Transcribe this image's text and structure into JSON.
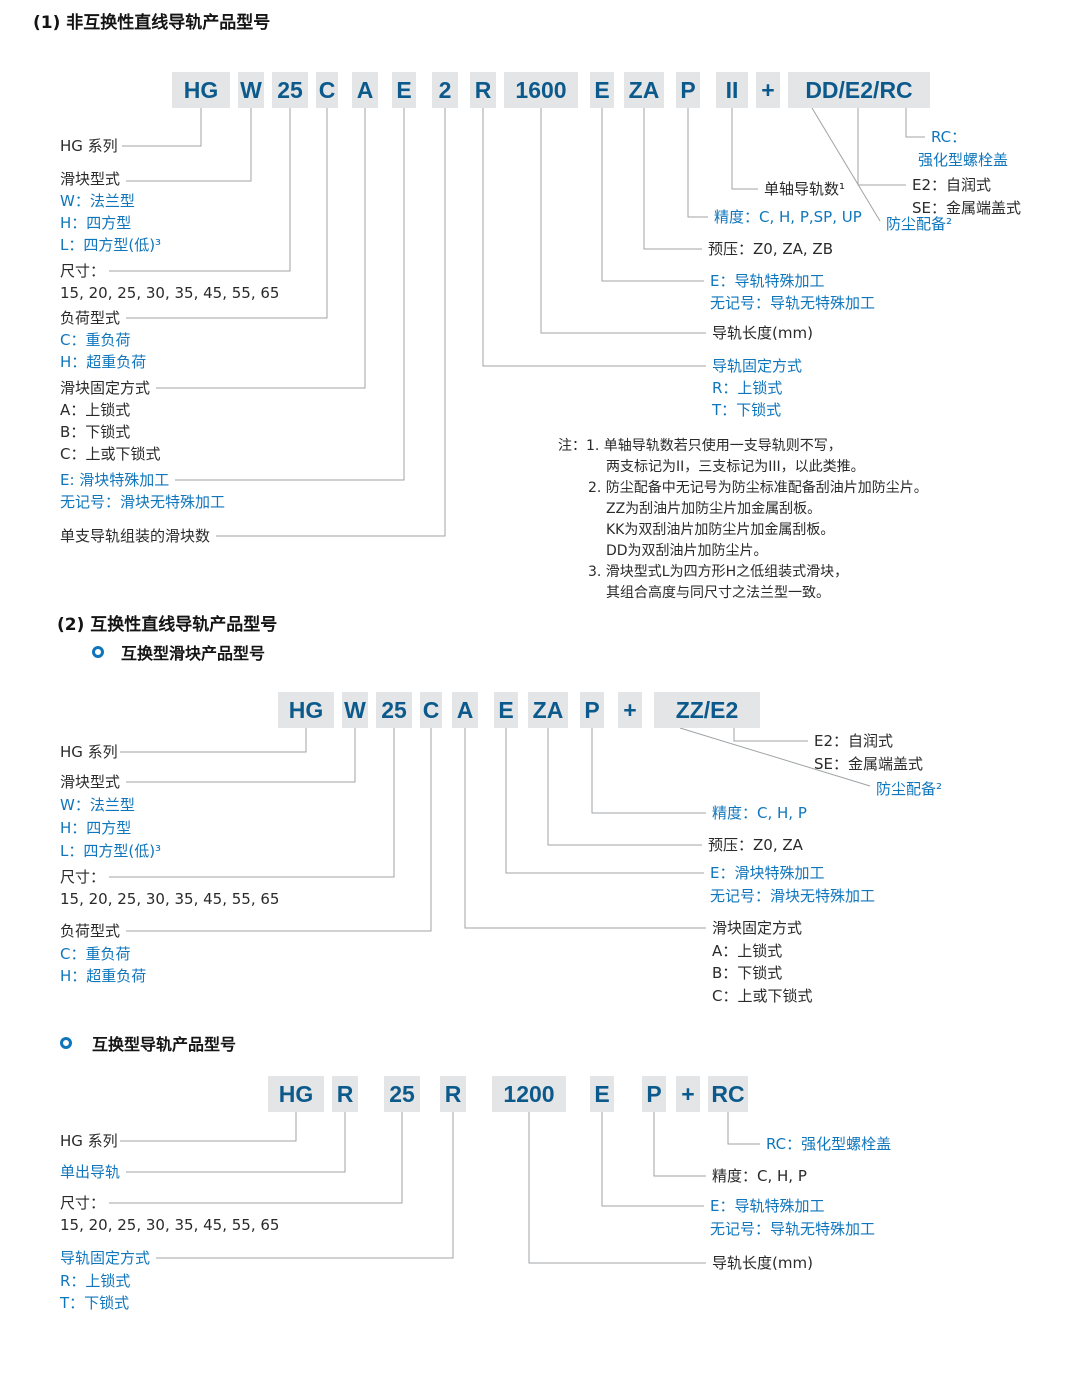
{
  "palette": {
    "accent_blue": "#1076bc",
    "code_text": "#0c5a8c",
    "code_box_bg": "#e4e5e7",
    "leader_line": "#9fa3a6",
    "text": "#2a2a2a"
  },
  "s1": {
    "heading": "(1) 非互换性直线导轨产品型号",
    "code": [
      "HG",
      "W",
      "25",
      "C",
      "A",
      "E",
      "2",
      "R",
      "1600",
      "E",
      "ZA",
      "P",
      "II",
      "+",
      "DD/E2/RC"
    ],
    "left": {
      "series": "HG 系列",
      "block_type": "滑块型式",
      "block_w": "W：法兰型",
      "block_h": "H：四方型",
      "block_l": "L：四方型(低)³",
      "size_title": "尺寸：",
      "sizes": "15, 20, 25, 30, 35, 45, 55, 65",
      "load_title": "负荷型式",
      "load_c": "C：重负荷",
      "load_h": "H：超重负荷",
      "fix_title": "滑块固定方式",
      "fix_a": "A：上锁式",
      "fix_b": "B：下锁式",
      "fix_c": "C：上或下锁式",
      "special": "E: 滑块特殊加工",
      "special_none": "无记号：滑块无特殊加工",
      "block_count": "单支导轨组装的滑块数"
    },
    "right": {
      "rc_title": "RC：",
      "rc_desc": "强化型螺栓盖",
      "e2": "E2：自润式",
      "se": "SE：金属端盖式",
      "rail_count": "单轴导轨数¹",
      "precision": "精度：C, H, P,SP, UP",
      "dust": "防尘配备²",
      "preload": "预压：Z0, ZA, ZB",
      "rail_special": "E：导轨特殊加工",
      "rail_special_none": "无记号：导轨无特殊加工",
      "rail_length": "导轨长度(mm)",
      "rail_fix_title": "导轨固定方式",
      "rail_fix_r": "R：上锁式",
      "rail_fix_t": "T：下锁式"
    },
    "notes": [
      "注：1. 单轴导轨数若只使用一支导轨则不写，",
      "两支标记为II，三支标记为III，以此类推。",
      "2. 防尘配备中无记号为防尘标准配备刮油片加防尘片。",
      "ZZ为刮油片加防尘片加金属刮板。",
      "KK为双刮油片加防尘片加金属刮板。",
      "DD为双刮油片加防尘片。",
      "3. 滑块型式L为四方形H之低组装式滑块，",
      "其组合高度与同尺寸之法兰型一致。"
    ]
  },
  "s2": {
    "heading": "(2) 互换性直线导轨产品型号",
    "block": {
      "subheading": "互换型滑块产品型号",
      "code": [
        "HG",
        "W",
        "25",
        "C",
        "A",
        "E",
        "ZA",
        "P",
        "+",
        "ZZ/E2"
      ],
      "left": {
        "series": "HG 系列",
        "block_type": "滑块型式",
        "block_w": "W：法兰型",
        "block_h": "H：四方型",
        "block_l": "L：四方型(低)³",
        "size_title": "尺寸：",
        "sizes": "15, 20, 25, 30, 35, 45, 55, 65",
        "load_title": "负荷型式",
        "load_c": "C：重负荷",
        "load_h": "H：超重负荷"
      },
      "right": {
        "e2": "E2：自润式",
        "se": "SE：金属端盖式",
        "dust": "防尘配备²",
        "precision": "精度：C, H, P",
        "preload": "预压：Z0, ZA",
        "special": "E：滑块特殊加工",
        "special_none": "无记号：滑块无特殊加工",
        "fix_title": "滑块固定方式",
        "fix_a": "A：上锁式",
        "fix_b": "B：下锁式",
        "fix_c": "C：上或下锁式"
      }
    },
    "rail": {
      "subheading": "互换型导轨产品型号",
      "code": [
        "HG",
        "R",
        "25",
        "R",
        "1200",
        "E",
        "P",
        "+",
        "RC"
      ],
      "left": {
        "series": "HG 系列",
        "rail": "单出导轨",
        "size_title": "尺寸：",
        "sizes": "15, 20, 25, 30, 35, 45, 55, 65",
        "fix_title": "导轨固定方式",
        "fix_r": "R：上锁式",
        "fix_t": "T：下锁式"
      },
      "right": {
        "rc": "RC：强化型螺栓盖",
        "precision": "精度：C, H, P",
        "special": "E：导轨特殊加工",
        "special_none": "无记号：导轨无特殊加工",
        "length": "导轨长度(mm)"
      }
    }
  }
}
